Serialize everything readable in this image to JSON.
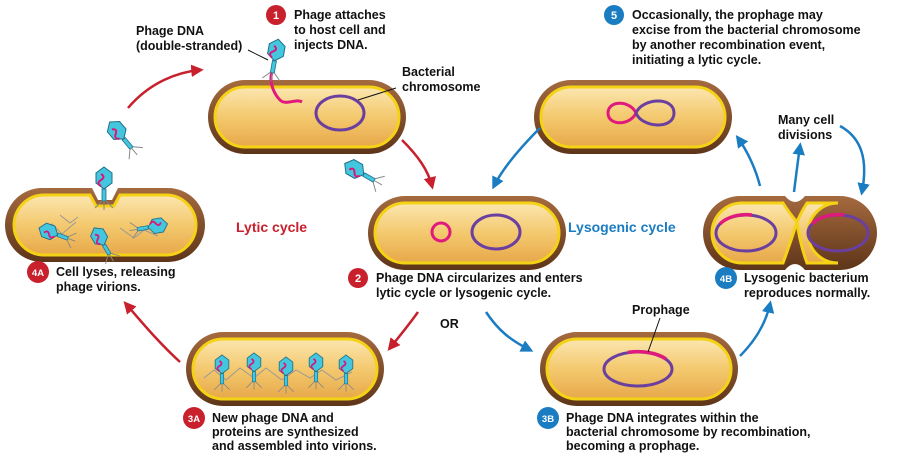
{
  "steps": {
    "s1": {
      "badge": "1",
      "lines": [
        "Phage attaches",
        "to host cell and",
        "injects DNA."
      ]
    },
    "s2": {
      "badge": "2",
      "lines": [
        "Phage DNA circularizes and enters",
        "lytic cycle or lysogenic cycle."
      ]
    },
    "s3a": {
      "badge": "3A",
      "lines": [
        "New phage DNA and",
        "proteins are synthesized",
        "and assembled into virions."
      ]
    },
    "s4a": {
      "badge": "4A",
      "lines": [
        "Cell lyses, releasing",
        "phage virions."
      ]
    },
    "s3b": {
      "badge": "3B",
      "lines": [
        "Phage DNA integrates within the",
        "bacterial chromosome by recombination,",
        "becoming a prophage."
      ]
    },
    "s4b": {
      "badge": "4B",
      "lines": [
        "Lysogenic bacterium",
        "reproduces normally."
      ]
    },
    "s5": {
      "badge": "5",
      "lines": [
        "Occasionally, the prophage may",
        "excise from the bacterial chromosome",
        "by another recombination event,",
        "initiating a lytic cycle."
      ]
    }
  },
  "labels": {
    "phage_dna": [
      "Phage DNA",
      "(double-stranded)"
    ],
    "bacterial_chromosome": [
      "Bacterial",
      "chromosome"
    ],
    "prophage": "Prophage",
    "many_cell_divisions": [
      "Many cell",
      "divisions"
    ],
    "or": "OR",
    "lytic_cycle": "Lytic cycle",
    "lysogenic_cycle": "Lysogenic cycle"
  },
  "colors": {
    "lytic": "#c8202c",
    "lysogenic": "#1a7cc1",
    "cell_wall": "#7a4a2c",
    "cytoplasm": "#f2c46a",
    "membrane": "#f5d215",
    "chromosome": "#6a3fa0",
    "phage_dna": "#e0197d",
    "phage": "#45c6df"
  }
}
